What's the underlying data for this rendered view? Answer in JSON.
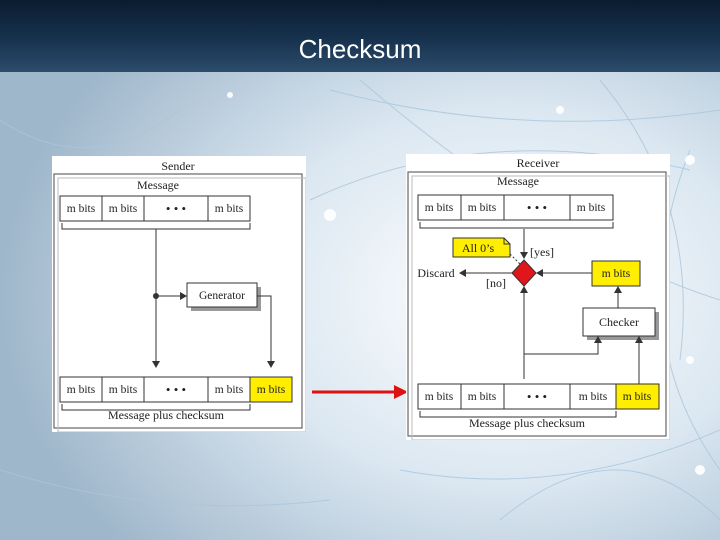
{
  "slide": {
    "title": "Checksum"
  },
  "sender": {
    "heading": "Sender",
    "message_label": "Message",
    "segments": [
      "m bits",
      "m bits",
      "• • •",
      "m bits"
    ],
    "generator_label": "Generator",
    "output_segments": [
      "m bits",
      "m bits",
      "• • •",
      "m bits",
      "m bits"
    ],
    "output_label": "Message plus checksum"
  },
  "receiver": {
    "heading": "Receiver",
    "message_label": "Message",
    "segments": [
      "m bits",
      "m bits",
      "• • •",
      "m bits"
    ],
    "all_zeros_label": "All 0’s",
    "yes_label": "[yes]",
    "no_label": "[no]",
    "discard_label": "Discard",
    "checker_output_label": "m bits",
    "checker_label": "Checker",
    "input_segments": [
      "m bits",
      "m bits",
      "• • •",
      "m bits",
      "m bits"
    ],
    "input_label": "Message plus checksum"
  },
  "colors": {
    "highlight": "#ffee00",
    "decision": "#e0161b",
    "arrow": "#dd1111",
    "title_bar": "#0a1c30"
  }
}
